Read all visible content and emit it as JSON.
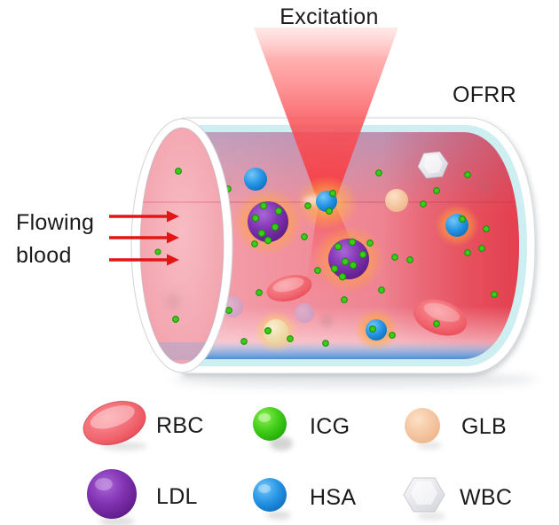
{
  "figure": {
    "excitation_label": "Excitation",
    "resonator_label": "OFRR",
    "flow_label_line1": "Flowing",
    "flow_label_line2": "blood"
  },
  "legend": {
    "items": [
      {
        "id": "rbc",
        "label": "RBC",
        "color": "#e8404c",
        "shape": "red-blood-cell-ellipse"
      },
      {
        "id": "icg",
        "label": "ICG",
        "color": "#3ecb17",
        "shape": "green-sphere"
      },
      {
        "id": "glb",
        "label": "GLB",
        "color": "#f5c9a2",
        "shape": "peach-sphere"
      },
      {
        "id": "ldl",
        "label": "LDL",
        "color": "#8a36bd",
        "shape": "purple-sphere"
      },
      {
        "id": "hsa",
        "label": "HSA",
        "color": "#2196e8",
        "shape": "blue-sphere"
      },
      {
        "id": "wbc",
        "label": "WBC",
        "color": "#ececf1",
        "shape": "white-hexagon"
      }
    ]
  },
  "colors": {
    "laser_red": "#f4424c",
    "blood_pink": "#f2939f",
    "glass_cyan": "#cdeff2",
    "bottom_blue": "#4a8fd8",
    "glow_orange": "#ffb347",
    "arrow_red": "#e31515",
    "text": "#1a1a1a"
  }
}
